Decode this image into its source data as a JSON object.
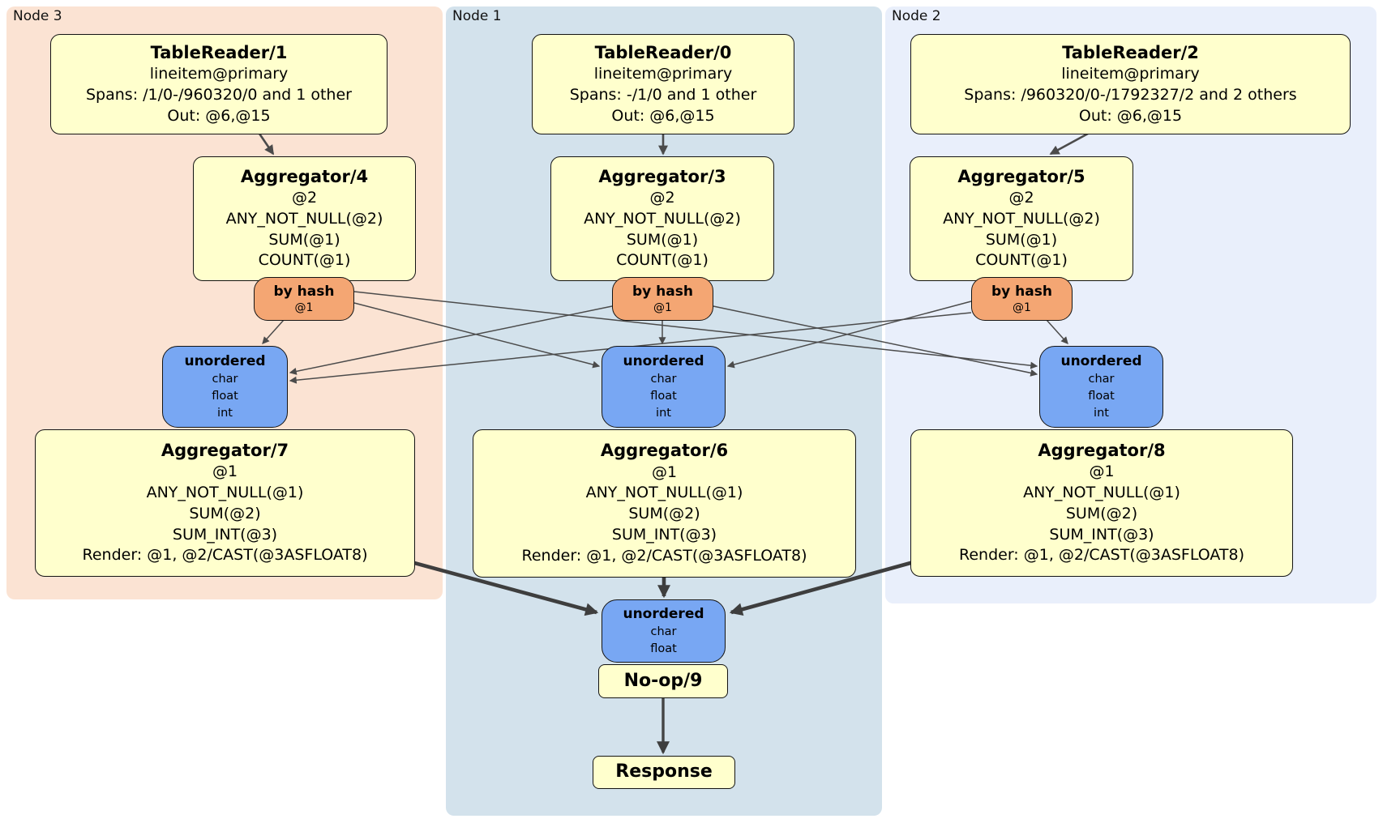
{
  "diagram": {
    "clusters": [
      {
        "label": "Node 3"
      },
      {
        "label": "Node 1"
      },
      {
        "label": "Node 2"
      }
    ],
    "colors": {
      "processor_fill": "#ffffcd",
      "router_fill": "#f4a673",
      "sync_fill": "#78a7f3",
      "node3_bg": "#fbe3d3",
      "node1_bg": "#d3e2ec",
      "node2_bg": "#e9effb",
      "edge_color": "#4b4b4b"
    },
    "nodes": {
      "tr1": {
        "title": "TableReader/1",
        "lines": [
          "lineitem@primary",
          "Spans: /1/0-/960320/0 and 1 other",
          "Out: @6,@15"
        ]
      },
      "tr0": {
        "title": "TableReader/0",
        "lines": [
          "lineitem@primary",
          "Spans: -/1/0 and 1 other",
          "Out: @6,@15"
        ]
      },
      "tr2": {
        "title": "TableReader/2",
        "lines": [
          "lineitem@primary",
          "Spans: /960320/0-/1792327/2 and 2 others",
          "Out: @6,@15"
        ]
      },
      "agg4": {
        "title": "Aggregator/4",
        "lines": [
          "@2",
          "ANY_NOT_NULL(@2)",
          "SUM(@1)",
          "COUNT(@1)"
        ]
      },
      "agg3": {
        "title": "Aggregator/3",
        "lines": [
          "@2",
          "ANY_NOT_NULL(@2)",
          "SUM(@1)",
          "COUNT(@1)"
        ]
      },
      "agg5": {
        "title": "Aggregator/5",
        "lines": [
          "@2",
          "ANY_NOT_NULL(@2)",
          "SUM(@1)",
          "COUNT(@1)"
        ]
      },
      "bh1": {
        "title": "by hash",
        "detail": "@1"
      },
      "bh2": {
        "title": "by hash",
        "detail": "@1"
      },
      "bh3": {
        "title": "by hash",
        "detail": "@1"
      },
      "u1": {
        "title": "unordered",
        "items": [
          "char",
          "float",
          "int"
        ]
      },
      "um": {
        "title": "unordered",
        "items": [
          "char",
          "float",
          "int"
        ]
      },
      "u2": {
        "title": "unordered",
        "items": [
          "char",
          "float",
          "int"
        ]
      },
      "agg7": {
        "title": "Aggregator/7",
        "lines": [
          "@1",
          "ANY_NOT_NULL(@1)",
          "SUM(@2)",
          "SUM_INT(@3)",
          "Render: @1, @2/CAST(@3ASFLOAT8)"
        ]
      },
      "agg6": {
        "title": "Aggregator/6",
        "lines": [
          "@1",
          "ANY_NOT_NULL(@1)",
          "SUM(@2)",
          "SUM_INT(@3)",
          "Render: @1, @2/CAST(@3ASFLOAT8)"
        ]
      },
      "agg8": {
        "title": "Aggregator/8",
        "lines": [
          "@1",
          "ANY_NOT_NULL(@1)",
          "SUM(@2)",
          "SUM_INT(@3)",
          "Render: @1, @2/CAST(@3ASFLOAT8)"
        ]
      },
      "uc": {
        "title": "unordered",
        "items": [
          "char",
          "float"
        ]
      },
      "noop": {
        "title": "No-op/9"
      },
      "response": {
        "title": "Response"
      }
    }
  }
}
